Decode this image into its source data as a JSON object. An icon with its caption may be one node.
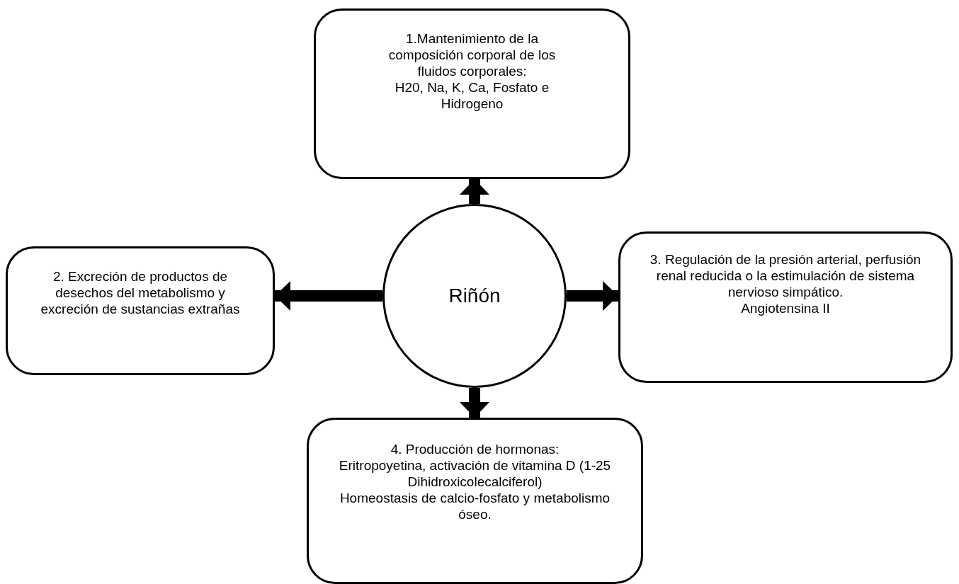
{
  "diagram": {
    "nodes": [
      {
        "text": [
          "1.Mantenimiento de la composición corporal de los fluidos corporales:",
          "H20, Na, K, Ca, Fosfato e Hidrogeno"
        ]
      },
      {
        "text": [
          "2. Excreción de productos de desechos del metabolismo y excreción de sustancias extrañas"
        ]
      },
      {
        "text": [
          "Riñón"
        ]
      },
      {
        "text": [
          "3. Regulación de la presión arterial, perfusión renal reducida o la estimulación de sistema nervioso simpático.",
          "Angiotensina II"
        ]
      },
      {
        "text": [
          "4. Producción de hormonas:",
          "Eritropoyetina, activación de vitamina D (1-25 Dihidroxicolecalciferol)",
          "Homeostasis de calcio-fosfato y metabolismo óseo."
        ]
      }
    ],
    "edges": [
      {
        "from": 2,
        "to": 0,
        "arrow": "to"
      },
      {
        "from": 2,
        "to": 1,
        "arrow": "to"
      },
      {
        "from": 2,
        "to": 3,
        "arrow": "to"
      },
      {
        "from": 2,
        "to": 4,
        "arrow": "to"
      }
    ]
  }
}
